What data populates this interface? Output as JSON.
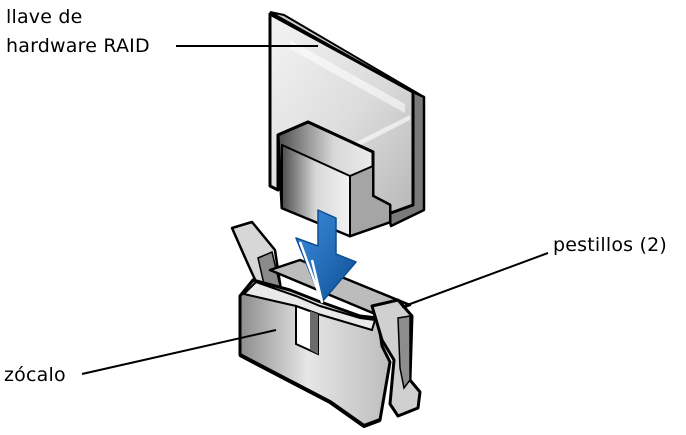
{
  "labels": {
    "raid_key_line1": "llave de",
    "raid_key_line2": "hardware RAID",
    "latches": "pestillos (2)",
    "socket": "zócalo"
  },
  "colors": {
    "outline": "#000000",
    "gray_light": "#f2f2f2",
    "gray_mid": "#c8c8c8",
    "gray_dark": "#8a8a8a",
    "arrow_blue": "#1a6fc4",
    "arrow_blue_dark": "#0d4f94"
  }
}
